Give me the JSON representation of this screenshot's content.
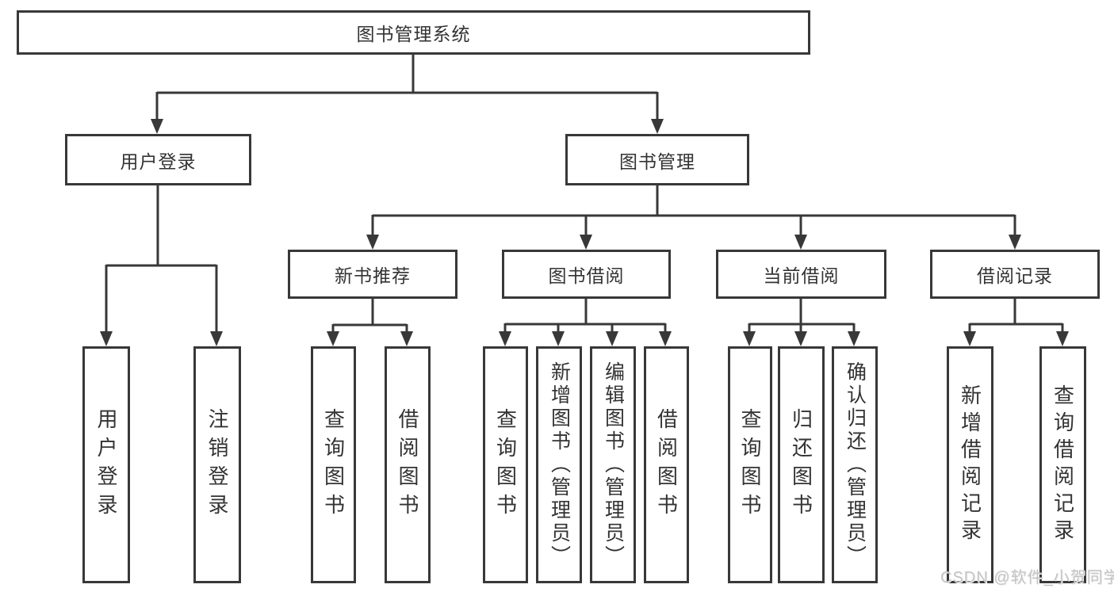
{
  "nodes": {
    "root": {
      "label": "图书管理系统"
    },
    "branches": [
      {
        "label": "用户登录"
      },
      {
        "label": "图书管理"
      }
    ],
    "modules": [
      {
        "label": "新书推荐"
      },
      {
        "label": "图书借阅"
      },
      {
        "label": "当前借阅"
      },
      {
        "label": "借阅记录"
      }
    ],
    "leaves": [
      {
        "label": "用户登录"
      },
      {
        "label": "注销登录"
      },
      {
        "label": "查询图书"
      },
      {
        "label": "借阅图书"
      },
      {
        "label": "查询图书"
      },
      {
        "label": "新增图书（管理员）"
      },
      {
        "label": "编辑图书（管理员）"
      },
      {
        "label": "借阅图书"
      },
      {
        "label": "查询图书"
      },
      {
        "label": "归还图书"
      },
      {
        "label": "确认归还（管理员）"
      },
      {
        "label": "新增借阅记录"
      },
      {
        "label": "查询借阅记录"
      }
    ]
  },
  "watermark": "CSDN @软件_小贺同学",
  "colors": {
    "line": "#383838",
    "text": "#333333",
    "watermark": "#c5c5c5",
    "background": "#ffffff"
  }
}
